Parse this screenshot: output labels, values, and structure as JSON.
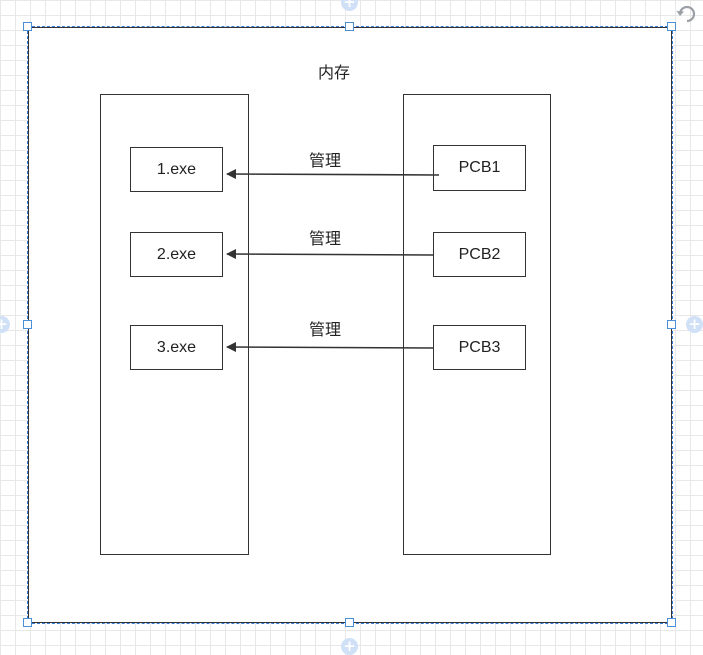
{
  "container": {
    "title": "内存"
  },
  "programs": [
    {
      "label": "1.exe"
    },
    {
      "label": "2.exe"
    },
    {
      "label": "3.exe"
    }
  ],
  "pcbs": [
    {
      "label": "PCB1"
    },
    {
      "label": "PCB2"
    },
    {
      "label": "PCB3"
    }
  ],
  "edges": [
    {
      "label": "管理",
      "from": "PCB1",
      "to": "1.exe"
    },
    {
      "label": "管理",
      "from": "PCB2",
      "to": "2.exe"
    },
    {
      "label": "管理",
      "from": "PCB3",
      "to": "3.exe"
    }
  ],
  "colors": {
    "stroke": "#333333",
    "selection": "#3a7bd5",
    "handle": "#4a90d9",
    "grid": "#e8e8e8"
  },
  "icons": {
    "rotate": "rotate-icon",
    "connect": "plus-circle-icon"
  }
}
